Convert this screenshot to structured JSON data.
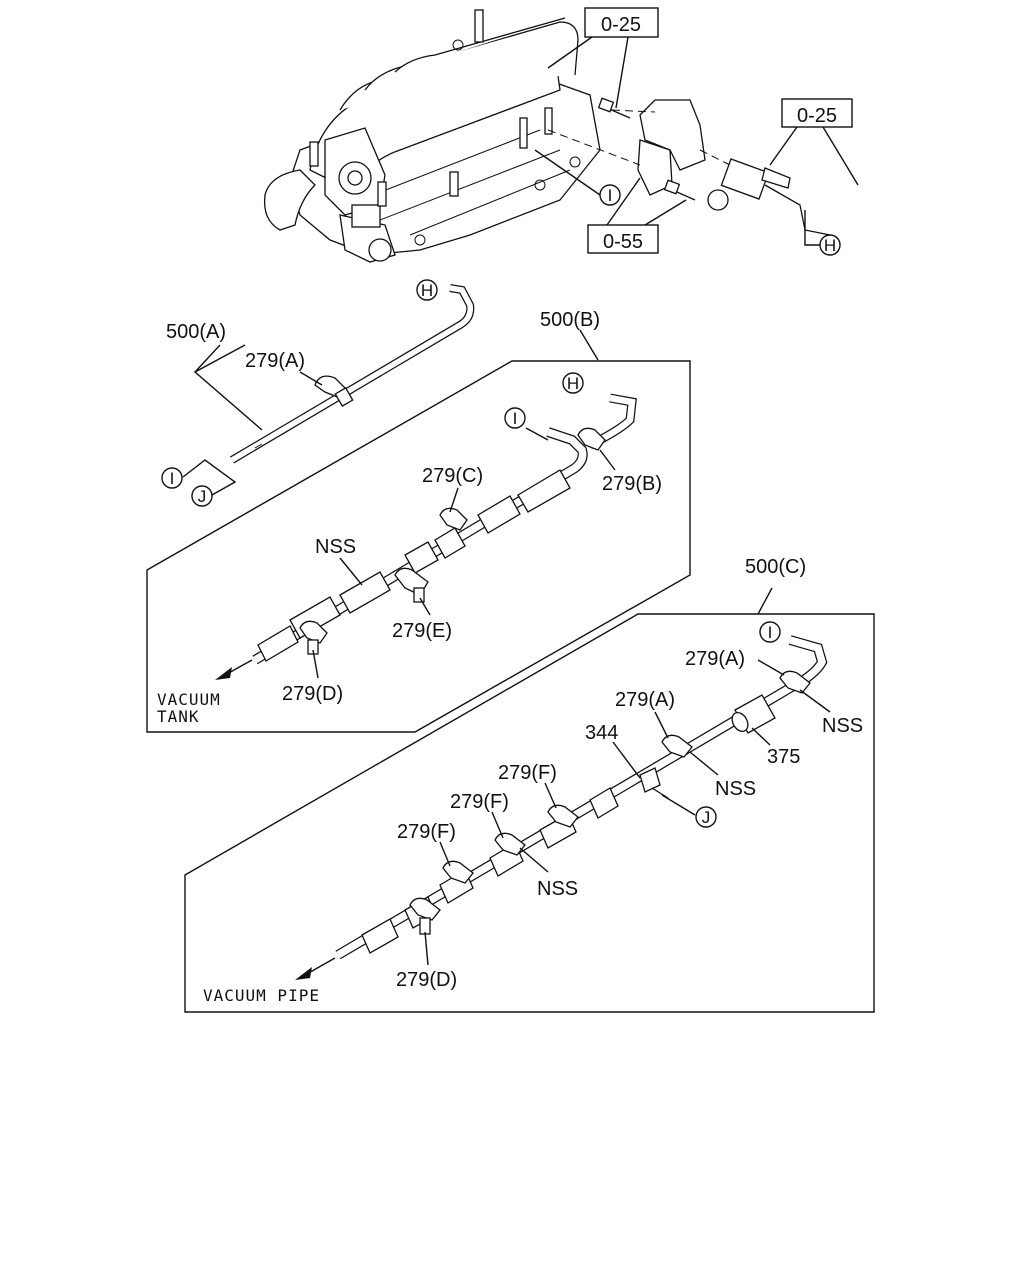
{
  "refs": {
    "o25_top": "0-25",
    "o25_right": "0-25",
    "o55": "0-55"
  },
  "markers": {
    "i": "I",
    "h": "H",
    "j": "J"
  },
  "callouts": {
    "a500": "500(A)",
    "b500": "500(B)",
    "c500": "500(C)",
    "c279a": "279(A)",
    "c279b": "279(B)",
    "c279c": "279(C)",
    "c279d": "279(D)",
    "c279e": "279(E)",
    "c279f": "279(F)",
    "nss": "NSS",
    "p344": "344",
    "p375": "375"
  },
  "destinations": {
    "vacuum_tank_line1": "VACUUM",
    "vacuum_tank_line2": "TANK",
    "vacuum_pipe": "VACUUM PIPE"
  }
}
